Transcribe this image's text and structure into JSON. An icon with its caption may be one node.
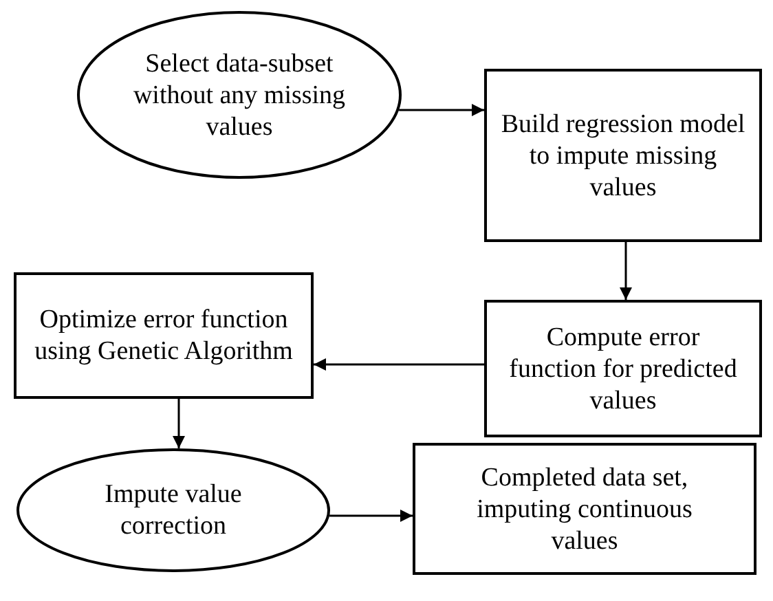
{
  "diagram": {
    "nodes": [
      {
        "text": [
          "Select data-subset without any missing values"
        ]
      },
      {
        "text": [
          "Build regression model to impute missing values"
        ]
      },
      {
        "text": [
          "Compute error function for predicted values"
        ]
      },
      {
        "text": [
          "Optimize error function using Genetic Algorithm"
        ]
      },
      {
        "text": [
          "Impute value correction"
        ]
      },
      {
        "text": [
          "Completed data set, imputing continuous values"
        ]
      }
    ],
    "edges": [
      {
        "from": 0,
        "to": 1,
        "arrow": "to"
      },
      {
        "from": 1,
        "to": 2,
        "arrow": "to"
      },
      {
        "from": 2,
        "to": 3,
        "arrow": "to"
      },
      {
        "from": 3,
        "to": 4,
        "arrow": "to"
      },
      {
        "from": 4,
        "to": 5,
        "arrow": "to"
      }
    ]
  }
}
